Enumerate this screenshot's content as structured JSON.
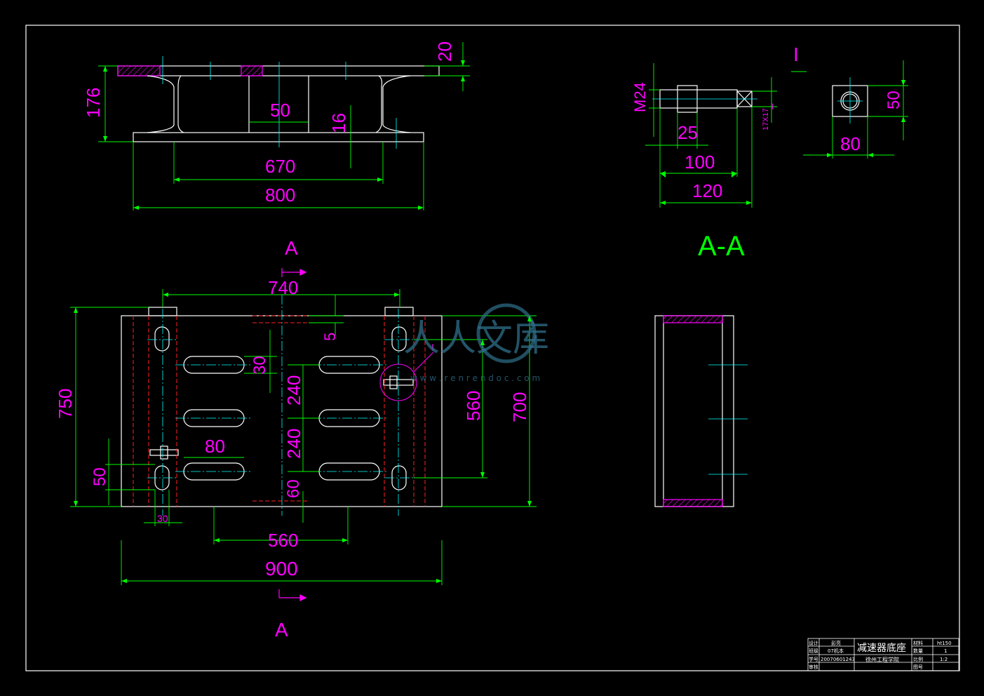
{
  "dimensions": {
    "front": {
      "d20": "20",
      "d176": "176",
      "d50": "50",
      "d16": "16",
      "d670": "670",
      "d800": "800"
    },
    "plan": {
      "d740": "740",
      "d5": "5",
      "d30": "30",
      "d240a": "240",
      "d240b": "240",
      "d560v": "560",
      "d700": "700",
      "d750": "750",
      "d80": "80",
      "d50": "50",
      "d30h": "30",
      "d60": "60",
      "d560h": "560",
      "d900": "900",
      "detail_marker": "I"
    },
    "detail": {
      "m24": "M24",
      "d25": "25",
      "d100": "100",
      "d120": "120",
      "d17": "17X17",
      "d80": "80",
      "d50": "50",
      "tag_small": "I"
    }
  },
  "labels": {
    "view_a_top": "A",
    "view_a_bottom": "A",
    "section_aa": "A-A",
    "detail_title": "I"
  },
  "title_block": {
    "drawing_name": "减速器底座",
    "school": "徐州工程学院",
    "rows": [
      {
        "role": "设计",
        "name": "彭亮",
        "field": "材料",
        "value": "ht150"
      },
      {
        "role": "班级",
        "name": "07机本",
        "field": "数量",
        "value": "1"
      },
      {
        "role": "学号",
        "name": "20070601243",
        "field": "比例",
        "value": "1:2"
      },
      {
        "role": "审核",
        "name": "",
        "field": "图号",
        "value": ""
      }
    ]
  },
  "watermark": {
    "text": "人人文库",
    "url": "w w w . r e n r e n d o c . c o m"
  },
  "colors": {
    "outline": "#ffffff",
    "dimension": "#00ff00",
    "text": "#ff00ff",
    "center": "#00ffff",
    "hidden": "#ff2020",
    "hatch": "#ff00ff"
  }
}
